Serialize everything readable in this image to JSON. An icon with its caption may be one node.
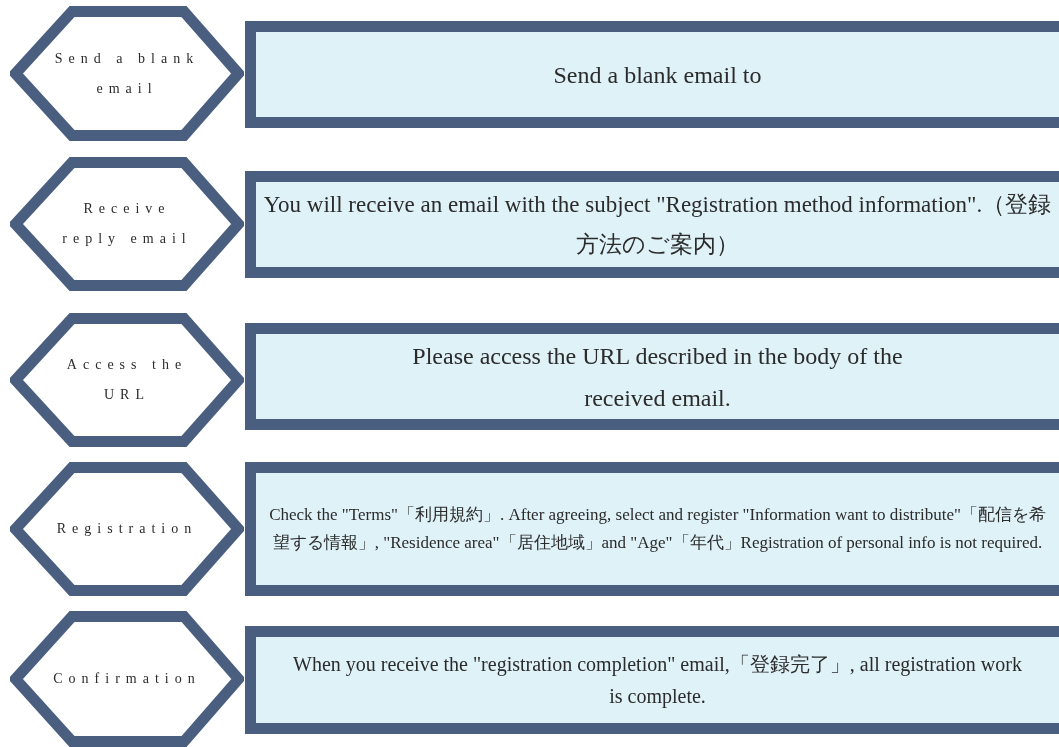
{
  "diagram": {
    "nodes": [
      {
        "text": [
          "Send a blank email"
        ]
      },
      {
        "text": [
          "Send a blank email to"
        ]
      },
      {
        "text": [
          "Receive reply email"
        ]
      },
      {
        "text": [
          "You will receive an email with the subject \"Registration method information\".（登録方法のご案内）"
        ]
      },
      {
        "text": [
          "Access the URL"
        ]
      },
      {
        "text": [
          "Please access the URL described in the body of the received email."
        ]
      },
      {
        "text": [
          "Registration"
        ]
      },
      {
        "text": [
          "Check the \"Terms\"「利用規約」. After agreeing, select and register \"Information want to distribute\"「配信を希望する情報」, \"Residence area\"「居住地域」and \"Age\"「年代」Registration of personal info is not required."
        ]
      },
      {
        "text": [
          "Confirmation"
        ]
      },
      {
        "text": [
          "When you receive the \"registration completion\" email,「登録完了」, all registration work is complete."
        ]
      }
    ]
  }
}
